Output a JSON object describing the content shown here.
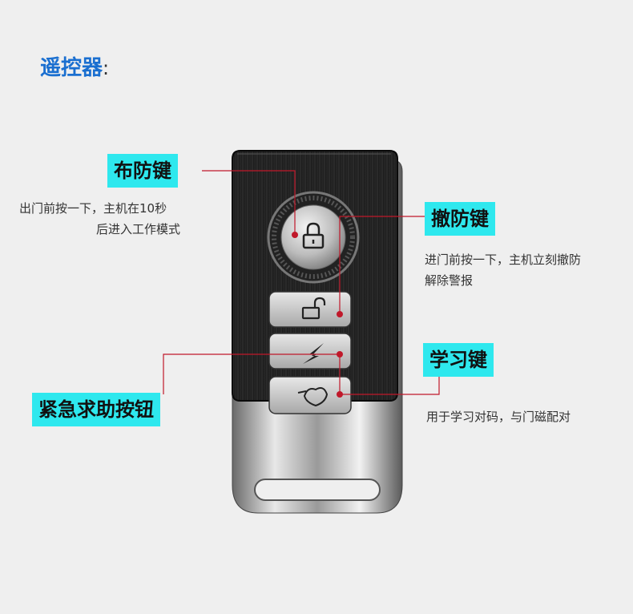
{
  "header": {
    "title": "遥控器",
    "colon": ":"
  },
  "callouts": {
    "arm": {
      "label": "布防键",
      "desc_line1": "出门前按一下，主机在10秒",
      "desc_line2": "后进入工作模式"
    },
    "disarm": {
      "label": "撤防键",
      "desc_line1": "进门前按一下，主机立刻撤防",
      "desc_line2": "解除警报"
    },
    "learn": {
      "label": "学习键",
      "desc": "用于学习对码，与门磁配对"
    },
    "emergency": {
      "label": "紧急求助按钮"
    }
  },
  "colors": {
    "title": "#1a6fd0",
    "label_bg": "#2ee8ee",
    "callout_line": "#c0182a",
    "body": "#1c1c1c"
  }
}
